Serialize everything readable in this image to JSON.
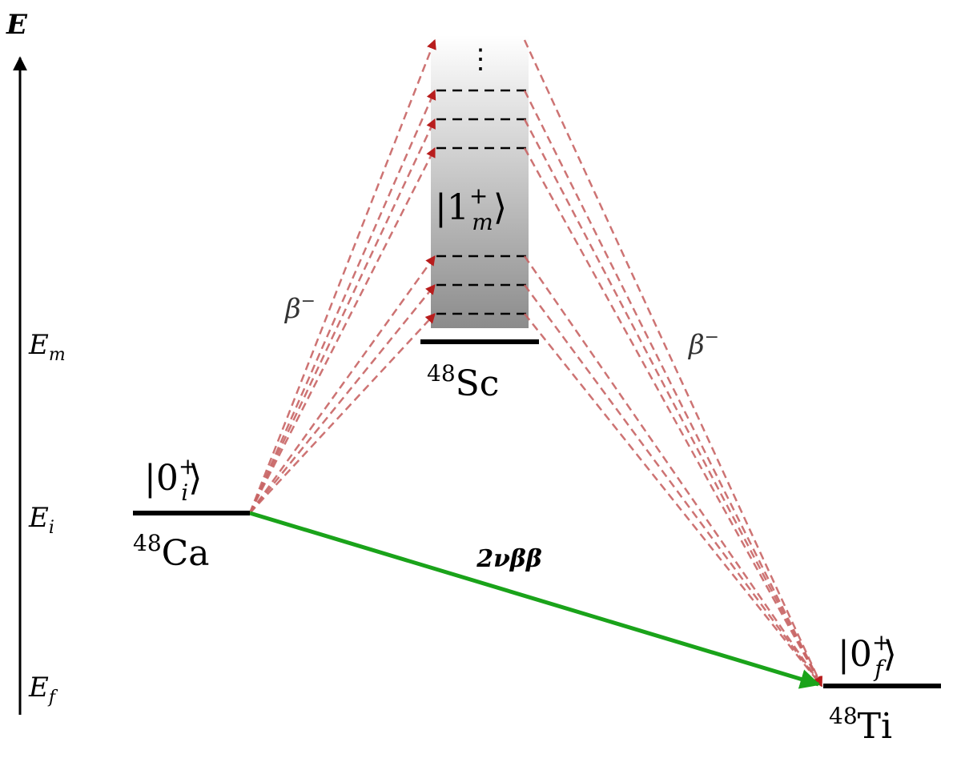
{
  "axis": {
    "title": "E",
    "levels": {
      "m": {
        "main": "E",
        "sub": "m"
      },
      "i": {
        "main": "E",
        "sub": "i"
      },
      "f": {
        "main": "E",
        "sub": "f"
      }
    }
  },
  "nuclei": {
    "ca": {
      "mass": "48",
      "symbol": "Ca",
      "state": {
        "open": "|0",
        "sup": "+",
        "sub": "i",
        "close": "⟩"
      }
    },
    "sc": {
      "mass": "48",
      "symbol": "Sc",
      "state": {
        "open": "|1",
        "sup": "+",
        "sub": "m",
        "close": "⟩"
      },
      "more_dots": "⋮"
    },
    "ti": {
      "mass": "48",
      "symbol": "Ti",
      "state": {
        "open": "|0",
        "sup": "+",
        "sub": "f",
        "close": "⟩"
      }
    }
  },
  "transitions": {
    "beta_left": {
      "base": "β",
      "sup": "−"
    },
    "beta_right": {
      "base": "β",
      "sup": "−"
    },
    "double_beta": "2νββ"
  },
  "colors": {
    "level_line": "#000000",
    "beta_arrows": "#c86464",
    "double_beta_arrow": "#1aa31a",
    "band_top": "#ffffff",
    "band_bottom": "#8c8c8c"
  }
}
